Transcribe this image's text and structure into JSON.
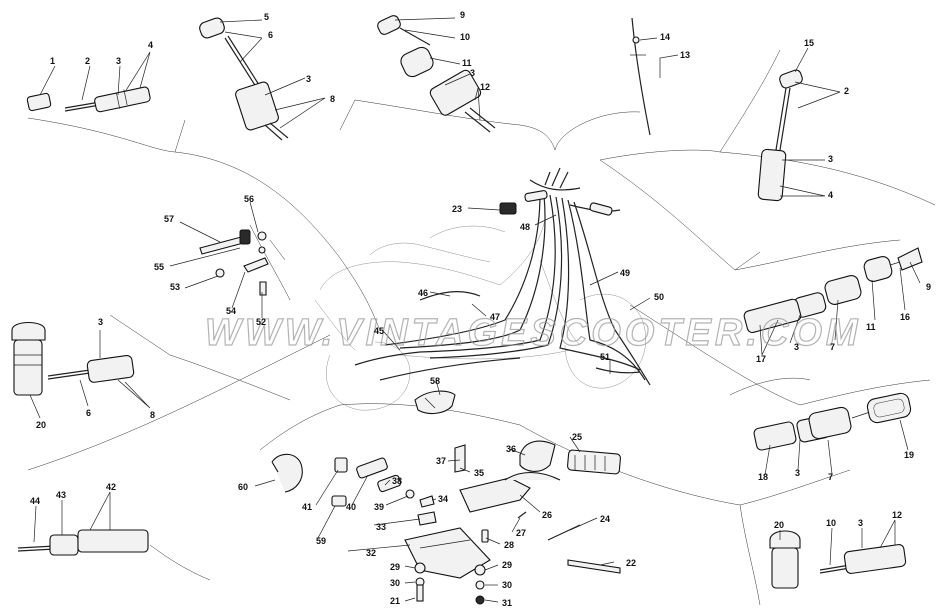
{
  "watermark": "WWW.VINTAGESCOOTER.COM",
  "callouts": [
    {
      "id": "c1",
      "text": "1"
    },
    {
      "id": "c2",
      "text": "2"
    },
    {
      "id": "c3",
      "text": "3"
    },
    {
      "id": "c4",
      "text": "4"
    },
    {
      "id": "c5",
      "text": "5"
    },
    {
      "id": "c6",
      "text": "6"
    },
    {
      "id": "c3b",
      "text": "3"
    },
    {
      "id": "c8",
      "text": "8"
    },
    {
      "id": "c9",
      "text": "9"
    },
    {
      "id": "c10",
      "text": "10"
    },
    {
      "id": "c11",
      "text": "11"
    },
    {
      "id": "c3c",
      "text": "3"
    },
    {
      "id": "c12",
      "text": "12"
    },
    {
      "id": "c14",
      "text": "14"
    },
    {
      "id": "c13",
      "text": "13"
    },
    {
      "id": "c15",
      "text": "15"
    },
    {
      "id": "c2b",
      "text": "2"
    },
    {
      "id": "c3d",
      "text": "3"
    },
    {
      "id": "c4b",
      "text": "4"
    },
    {
      "id": "c23",
      "text": "23"
    },
    {
      "id": "c48",
      "text": "48"
    },
    {
      "id": "c49",
      "text": "49"
    },
    {
      "id": "c50",
      "text": "50"
    },
    {
      "id": "c56",
      "text": "56"
    },
    {
      "id": "c57",
      "text": "57"
    },
    {
      "id": "c55",
      "text": "55"
    },
    {
      "id": "c53",
      "text": "53"
    },
    {
      "id": "c54",
      "text": "54"
    },
    {
      "id": "c52",
      "text": "52"
    },
    {
      "id": "c46",
      "text": "46"
    },
    {
      "id": "c47",
      "text": "47"
    },
    {
      "id": "c45",
      "text": "45"
    },
    {
      "id": "c51",
      "text": "51"
    },
    {
      "id": "c3e",
      "text": "3"
    },
    {
      "id": "c6b",
      "text": "6"
    },
    {
      "id": "c8b",
      "text": "8"
    },
    {
      "id": "c20",
      "text": "20"
    },
    {
      "id": "c58",
      "text": "58"
    },
    {
      "id": "c9b",
      "text": "9"
    },
    {
      "id": "c16",
      "text": "16"
    },
    {
      "id": "c11b",
      "text": "11"
    },
    {
      "id": "c7",
      "text": "7"
    },
    {
      "id": "c3f",
      "text": "3"
    },
    {
      "id": "c17",
      "text": "17"
    },
    {
      "id": "c25",
      "text": "25"
    },
    {
      "id": "c36",
      "text": "36"
    },
    {
      "id": "c37",
      "text": "37"
    },
    {
      "id": "c35",
      "text": "35"
    },
    {
      "id": "c38",
      "text": "38"
    },
    {
      "id": "c39",
      "text": "39"
    },
    {
      "id": "c34",
      "text": "34"
    },
    {
      "id": "c40",
      "text": "40"
    },
    {
      "id": "c41",
      "text": "41"
    },
    {
      "id": "c60",
      "text": "60"
    },
    {
      "id": "c59",
      "text": "59"
    },
    {
      "id": "c33",
      "text": "33"
    },
    {
      "id": "c32",
      "text": "32"
    },
    {
      "id": "c28",
      "text": "28"
    },
    {
      "id": "c27",
      "text": "27"
    },
    {
      "id": "c26",
      "text": "26"
    },
    {
      "id": "c24",
      "text": "24"
    },
    {
      "id": "c22",
      "text": "22"
    },
    {
      "id": "c29",
      "text": "29"
    },
    {
      "id": "c30",
      "text": "30"
    },
    {
      "id": "c21",
      "text": "21"
    },
    {
      "id": "c29b",
      "text": "29"
    },
    {
      "id": "c30b",
      "text": "30"
    },
    {
      "id": "c31",
      "text": "31"
    },
    {
      "id": "c44",
      "text": "44"
    },
    {
      "id": "c43",
      "text": "43"
    },
    {
      "id": "c42",
      "text": "42"
    },
    {
      "id": "c18",
      "text": "18"
    },
    {
      "id": "c3g",
      "text": "3"
    },
    {
      "id": "c7b",
      "text": "7"
    },
    {
      "id": "c19",
      "text": "19"
    },
    {
      "id": "c20b",
      "text": "20"
    },
    {
      "id": "c10b",
      "text": "10"
    },
    {
      "id": "c3h",
      "text": "3"
    },
    {
      "id": "c12b",
      "text": "12"
    }
  ]
}
